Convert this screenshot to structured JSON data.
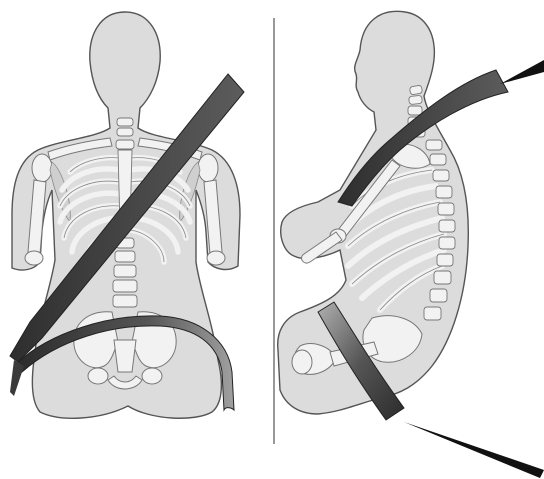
{
  "figure": {
    "panels": [
      {
        "id": "front",
        "view": "front"
      },
      {
        "id": "side",
        "view": "side"
      }
    ],
    "colors": {
      "background": "#ffffff",
      "body_fill": "#dcdcdc",
      "body_stroke": "#555555",
      "bone_fill": "#f2f2f2",
      "bone_shadow": "#9a9a9a",
      "belt_dark": "#3a3a3a",
      "belt_light": "#9b9b9b",
      "divider": "#555555"
    }
  }
}
